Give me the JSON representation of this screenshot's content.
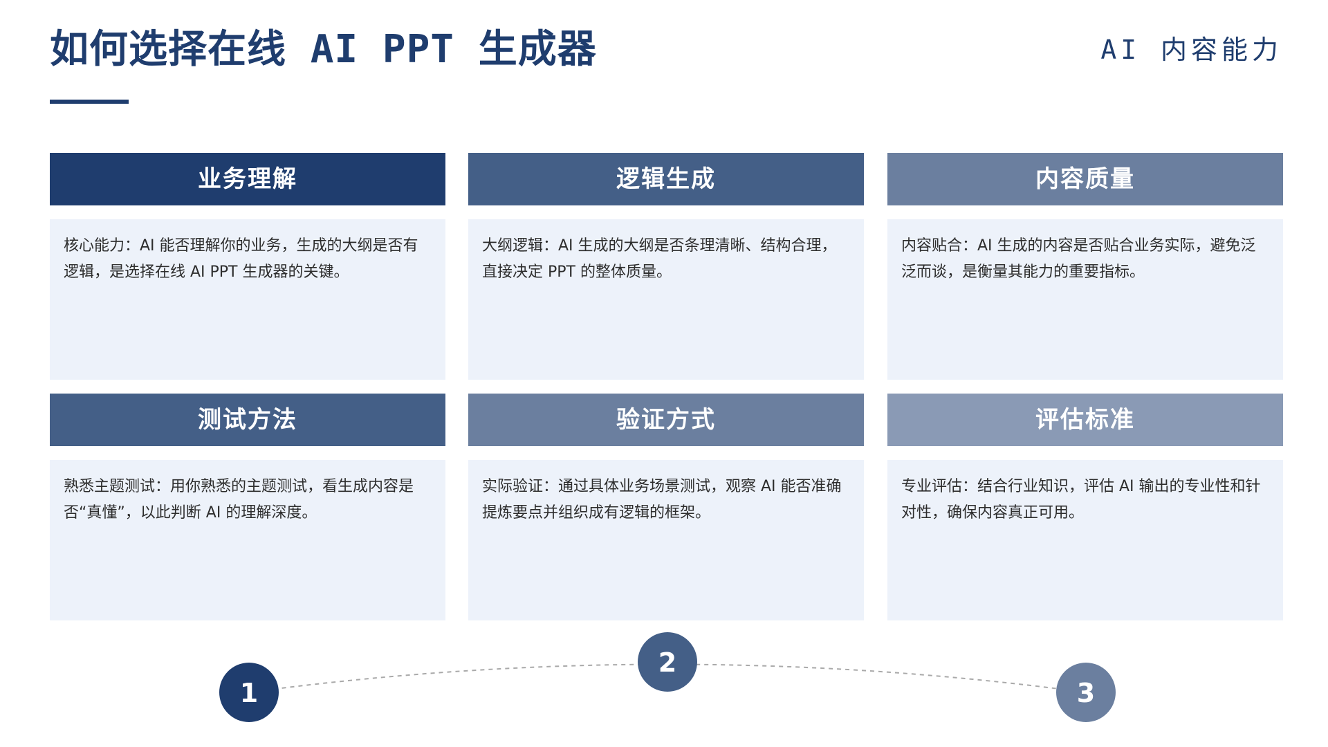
{
  "header": {
    "title": "如何选择在线 AI PPT 生成器",
    "tag": "AI 内容能力"
  },
  "cards": [
    {
      "title": "业务理解",
      "text": "核心能力：AI 能否理解你的业务，生成的大纲是否有逻辑，是选择在线 AI PPT 生成器的关键。",
      "color": "#1f3d6e"
    },
    {
      "title": "逻辑生成",
      "text": "大纲逻辑：AI 生成的大纲是否条理清晰、结构合理，直接决定 PPT 的整体质量。",
      "color": "#445f87"
    },
    {
      "title": "内容质量",
      "text": "内容贴合：AI 生成的内容是否贴合业务实际，避免泛泛而谈，是衡量其能力的重要指标。",
      "color": "#6b7f9f"
    },
    {
      "title": "测试方法",
      "text": "熟悉主题测试：用你熟悉的主题测试，看生成内容是否“真懂”，以此判断 AI 的理解深度。",
      "color": "#445f87"
    },
    {
      "title": "验证方式",
      "text": "实际验证：通过具体业务场景测试，观察 AI 能否准确提炼要点并组织成有逻辑的框架。",
      "color": "#6b7f9f"
    },
    {
      "title": "评估标准",
      "text": "专业评估：结合行业知识，评估 AI 输出的专业性和针对性，确保内容真正可用。",
      "color": "#8a9ab5"
    }
  ],
  "steps": [
    {
      "label": "1",
      "color": "#1f3d6e"
    },
    {
      "label": "2",
      "color": "#445f87"
    },
    {
      "label": "3",
      "color": "#6b7f9f"
    }
  ],
  "colors": {
    "primary": "#1f3d6e",
    "card_bg": "#edf2fa",
    "connector": "#a9a9a9"
  }
}
